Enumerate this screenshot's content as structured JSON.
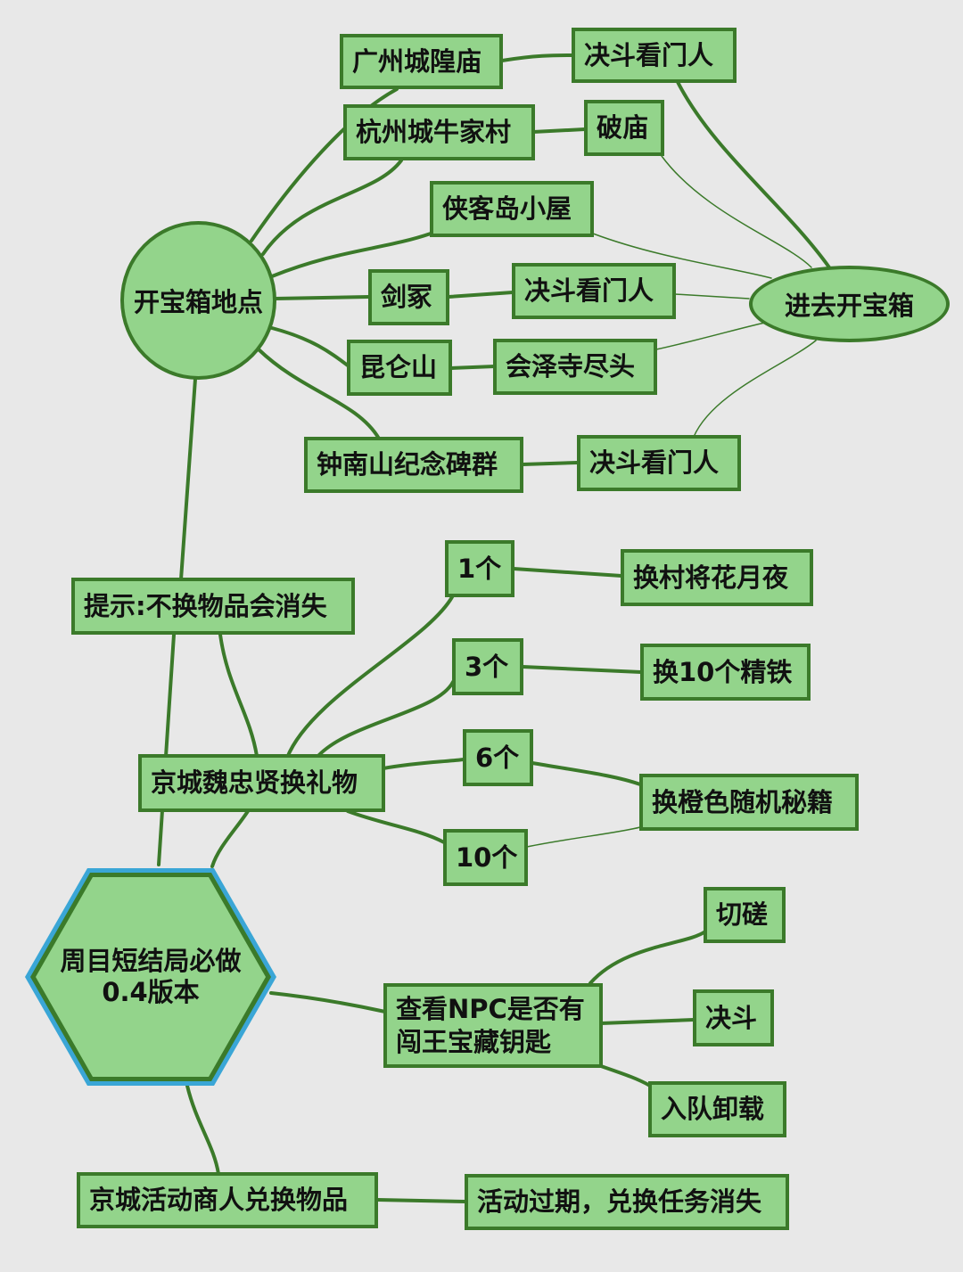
{
  "center": {
    "line1": "周目短结局必做",
    "line2": "0.4版本"
  },
  "chest": {
    "hub": "开宝箱地点",
    "goal": "进去开宝箱",
    "guangzhou": "广州城隍庙",
    "guangzhou_step": "决斗看门人",
    "hangzhou": "杭州城牛家村",
    "hangzhou_step": "破庙",
    "xiakedao": "侠客岛小屋",
    "jianzhong": "剑冢",
    "jianzhong_step": "决斗看门人",
    "kunlun": "昆仑山",
    "kunlun_step": "会泽寺尽头",
    "zhongnan": "钟南山纪念碑群",
    "zhongnan_step": "决斗看门人"
  },
  "tip": "提示:不换物品会消失",
  "gift": {
    "title": "京城魏忠贤换礼物",
    "c1": "1个",
    "c3": "3个",
    "c6": "6个",
    "c10": "10个",
    "r1": "换村将花月夜",
    "r3": "换10个精铁",
    "r6_10": "换橙色随机秘籍"
  },
  "npc": {
    "line1": "查看NPC是否有",
    "line2": "闯王宝藏钥匙",
    "opt1": "切磋",
    "opt2": "决斗",
    "opt3": "入队卸载"
  },
  "merchant": {
    "title": "京城活动商人兑换物品",
    "note": "活动过期，兑换任务消失"
  },
  "colors": {
    "fill": "#93d48b",
    "stroke": "#3b7a2a",
    "hex_outline": "#3aa6d6",
    "background": "#e8e8e8"
  }
}
